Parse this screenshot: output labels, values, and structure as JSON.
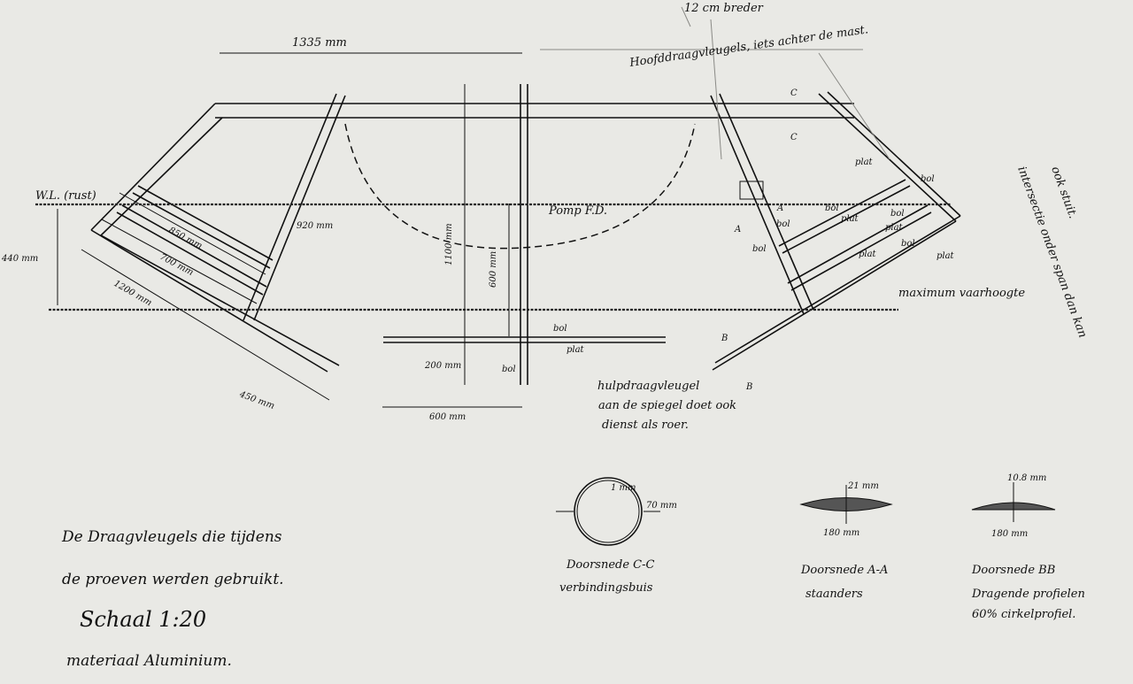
{
  "dims": {
    "d1335": "1335 mm",
    "d920": "920 mm",
    "d850": "850 mm",
    "d700": "700 mm",
    "d1200": "1200 mm",
    "d450": "450 mm",
    "d440": "440 mm",
    "d1100": "1100 mm",
    "d600h": "600 mm",
    "d200": "200 mm",
    "d600w": "600 mm"
  },
  "labels": {
    "wl": "W.L. (rust)",
    "main_foil": "Hoofddraagvleugels, iets achter de mast.",
    "pencil_top": "12 cm breder",
    "pump": "Pomp F.D.",
    "max_height": "maximum vaarhoogte",
    "aux_foil_1": "hulpdraagvleugel",
    "aux_foil_2": "aan de spiegel doet ook",
    "aux_foil_3": "dienst als roer.",
    "bol": "bol",
    "plat": "plat",
    "section_c": "C",
    "section_a": "A",
    "section_b": "B",
    "pencil_side_1": "intersectie onder span dan kan",
    "pencil_side_2": "ook stuit."
  },
  "sections": {
    "cc": {
      "wall": "1 mm",
      "dia": "70 mm",
      "title": "Doorsnede C-C",
      "sub": "verbindingsbuis"
    },
    "aa": {
      "thick": "21 mm",
      "chord": "180 mm",
      "title": "Doorsnede A-A",
      "sub": "staanders"
    },
    "bb": {
      "thick": "10.8 mm",
      "chord": "180 mm",
      "title": "Doorsnede BB",
      "sub1": "Dragende profielen",
      "sub2": "60% cirkelprofiel."
    }
  },
  "caption": {
    "line1": "De Draagvleugels die tijdens",
    "line2": "de proeven werden gebruikt.",
    "scale": "Schaal 1:20",
    "material": "materiaal Aluminium."
  }
}
